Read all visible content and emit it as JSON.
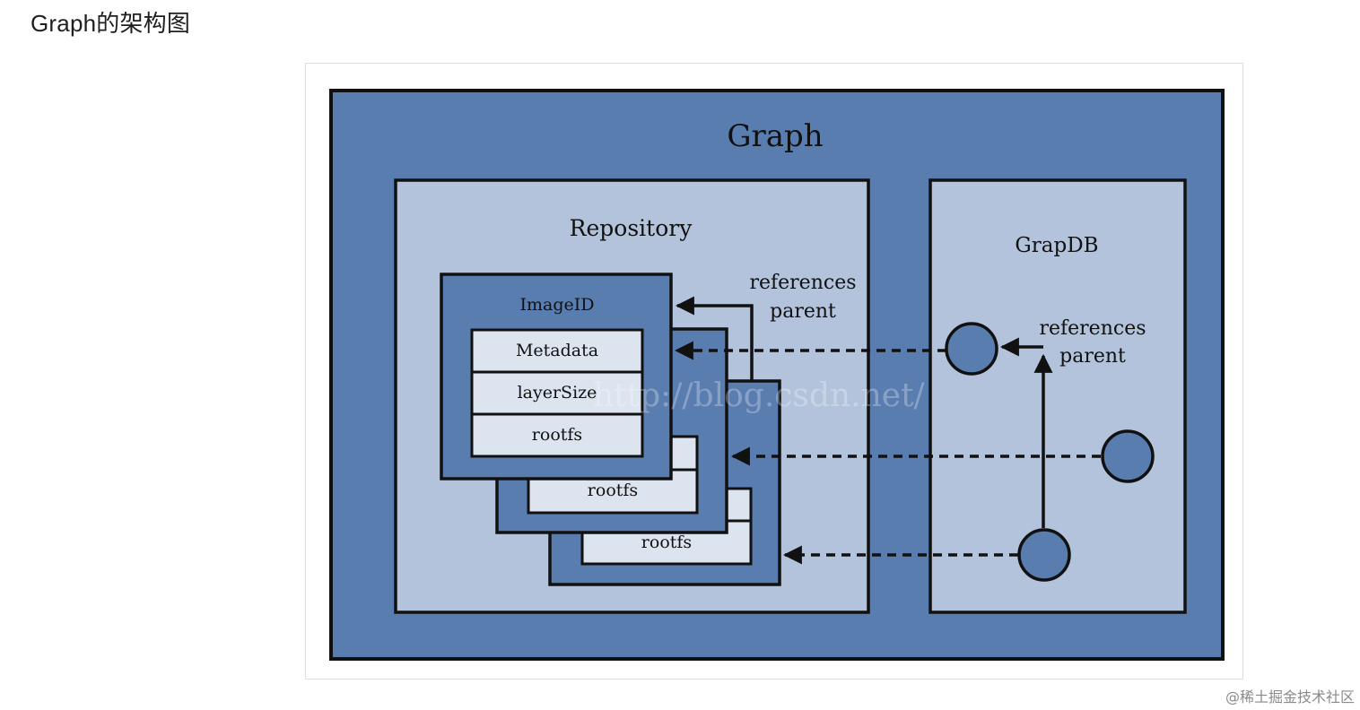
{
  "page": {
    "heading": "Graph的架构图",
    "credit": "@稀土掘金技术社区"
  },
  "diagram": {
    "graph_label": "Graph",
    "repository_label": "Repository",
    "graphdb_label": "GrapDB",
    "image_card": {
      "title": "ImageID",
      "fields": [
        "Metadata",
        "layerSize",
        "rootfs"
      ]
    },
    "stacked_cards": [
      {
        "visible_field": "rootfs"
      },
      {
        "visible_field": "rootfs"
      }
    ],
    "repo_annotation": [
      "references",
      "parent"
    ],
    "graphdb_annotation": [
      "references",
      "parent"
    ],
    "watermark": "http://blog.csdn.net/"
  },
  "colors": {
    "outer_fill": "#5a7db0",
    "panel_fill": "#b3c3dc",
    "card_fill": "#5a7db0",
    "field_fill": "#dce4f0",
    "node_fill": "#5a7db0",
    "line": "#111111"
  }
}
